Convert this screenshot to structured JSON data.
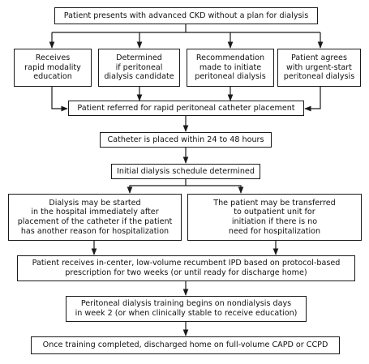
{
  "nodes": {
    "start": "Patient presents with advanced CKD without a plan for dialysis",
    "education": "Receives\nrapid modality\neducation",
    "pd_candidate": "Determined\nif peritoneal\ndialysis candidate",
    "recommendation": "Recommendation\nmade to initiate\nperitoneal dialysis",
    "agrees": "Patient agrees\nwith urgent-start\nperitoneal dialysis",
    "referred": "Patient referred for rapid peritoneal catheter placement",
    "catheter": "Catheter is placed within 24 to 48 hours",
    "schedule": "Initial dialysis schedule determined",
    "hospital": "Dialysis may be started\nin the hospital immediately after\nplacement of the catheter if the patient\nhas another reason for hospitalization",
    "outpatient": "The patient may be transferred\nto outpatient unit for\ninitiation if there is no\nneed for hospitalization",
    "ipd": "Patient receives in-center, low-volume recumbent IPD based on protocol-based\nprescription for two weeks (or until ready for discharge home)",
    "training": "Peritoneal dialysis training begins on nondialysis days\nin week 2 (or when clinically stable to receive education)",
    "discharge": "Once training completed, discharged home on full-volume CAPD or CCPD"
  },
  "colors": {
    "line": "#1a1a1a",
    "box_border": "#1a1a1a",
    "text": "#111111"
  }
}
